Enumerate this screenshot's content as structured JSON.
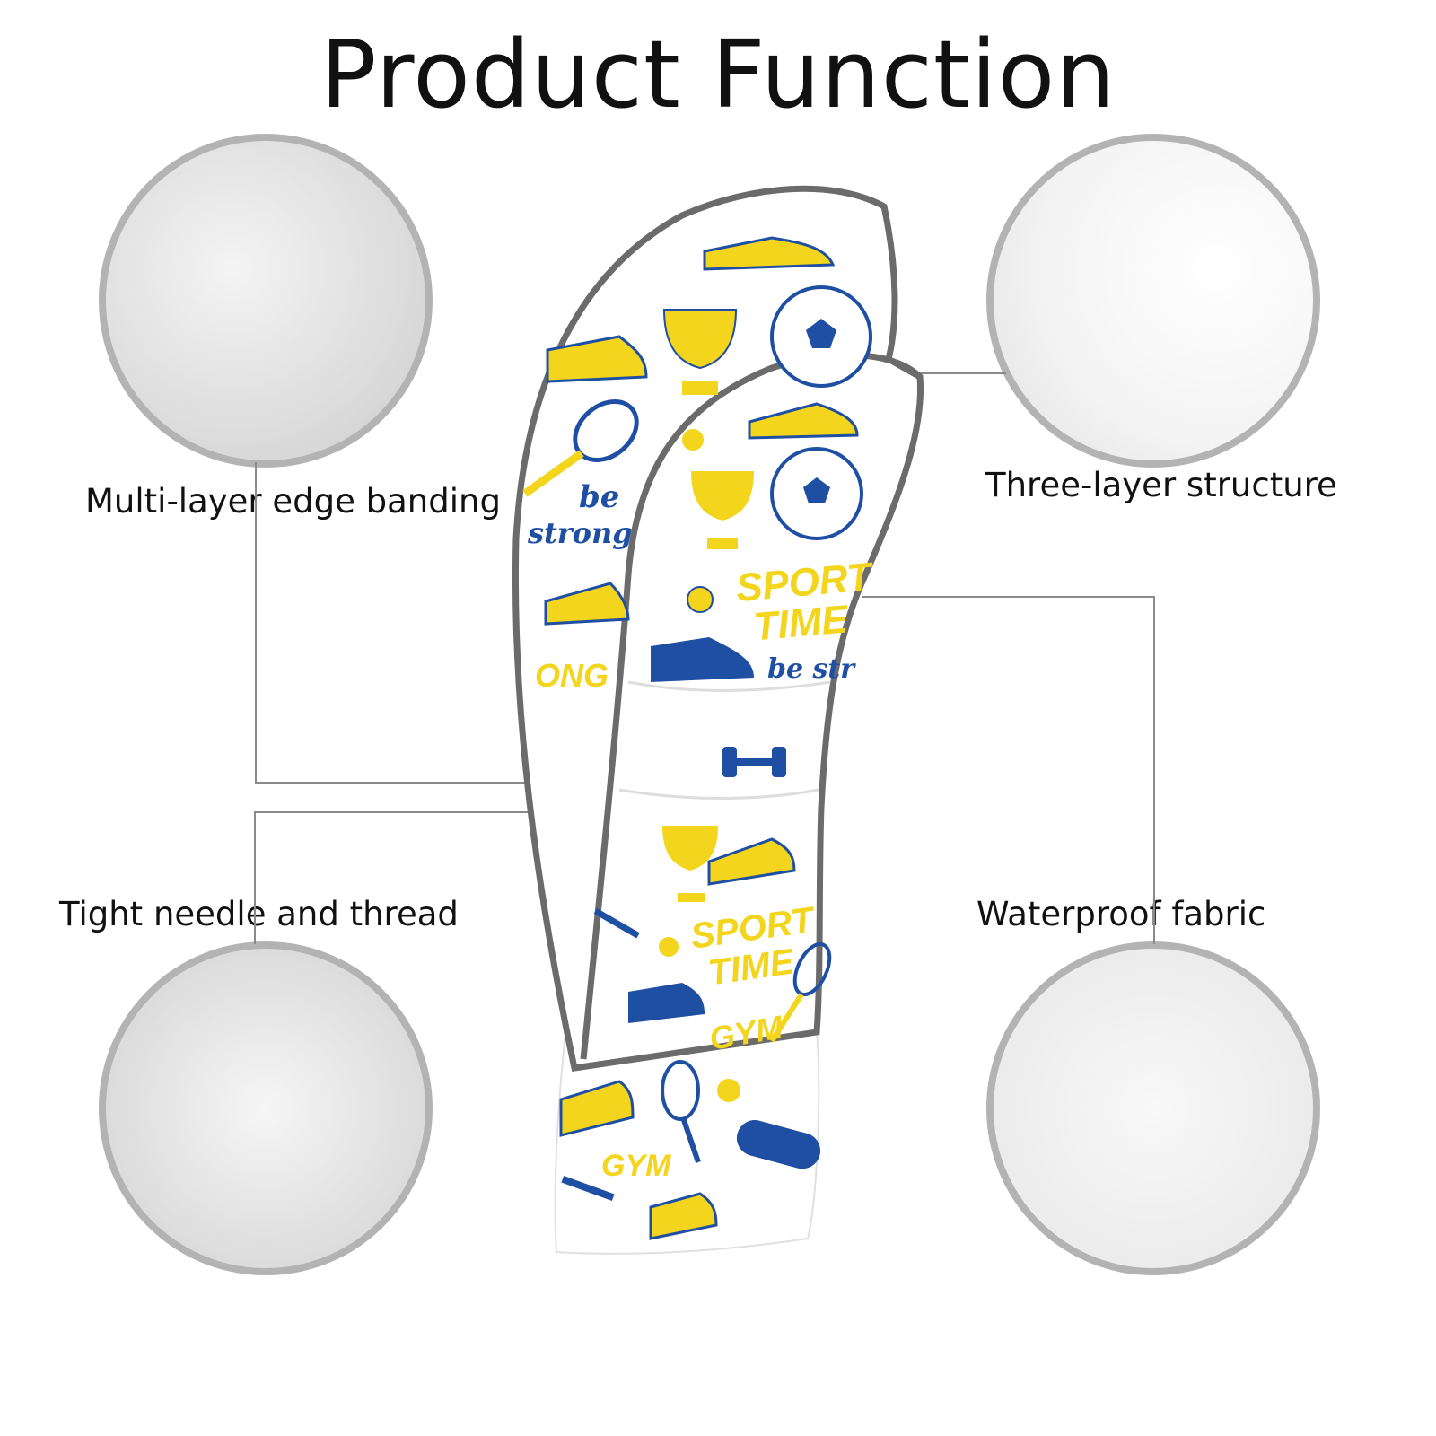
{
  "title": "Product Function",
  "features": [
    {
      "label": "Multi-layer edge banding"
    },
    {
      "label": "Three-layer structure"
    },
    {
      "label": "Tight needle and thread"
    },
    {
      "label": "Waterproof fabric"
    }
  ],
  "product_pattern_text": [
    "be",
    "strong",
    "SPORT",
    "TIME",
    "GYM",
    "be str",
    "ONG"
  ],
  "colors": {
    "blue": "#1f4fa3",
    "yellow": "#f2d51c",
    "trim": "#6b6b6b",
    "circle_border": "#b3b3b3"
  }
}
